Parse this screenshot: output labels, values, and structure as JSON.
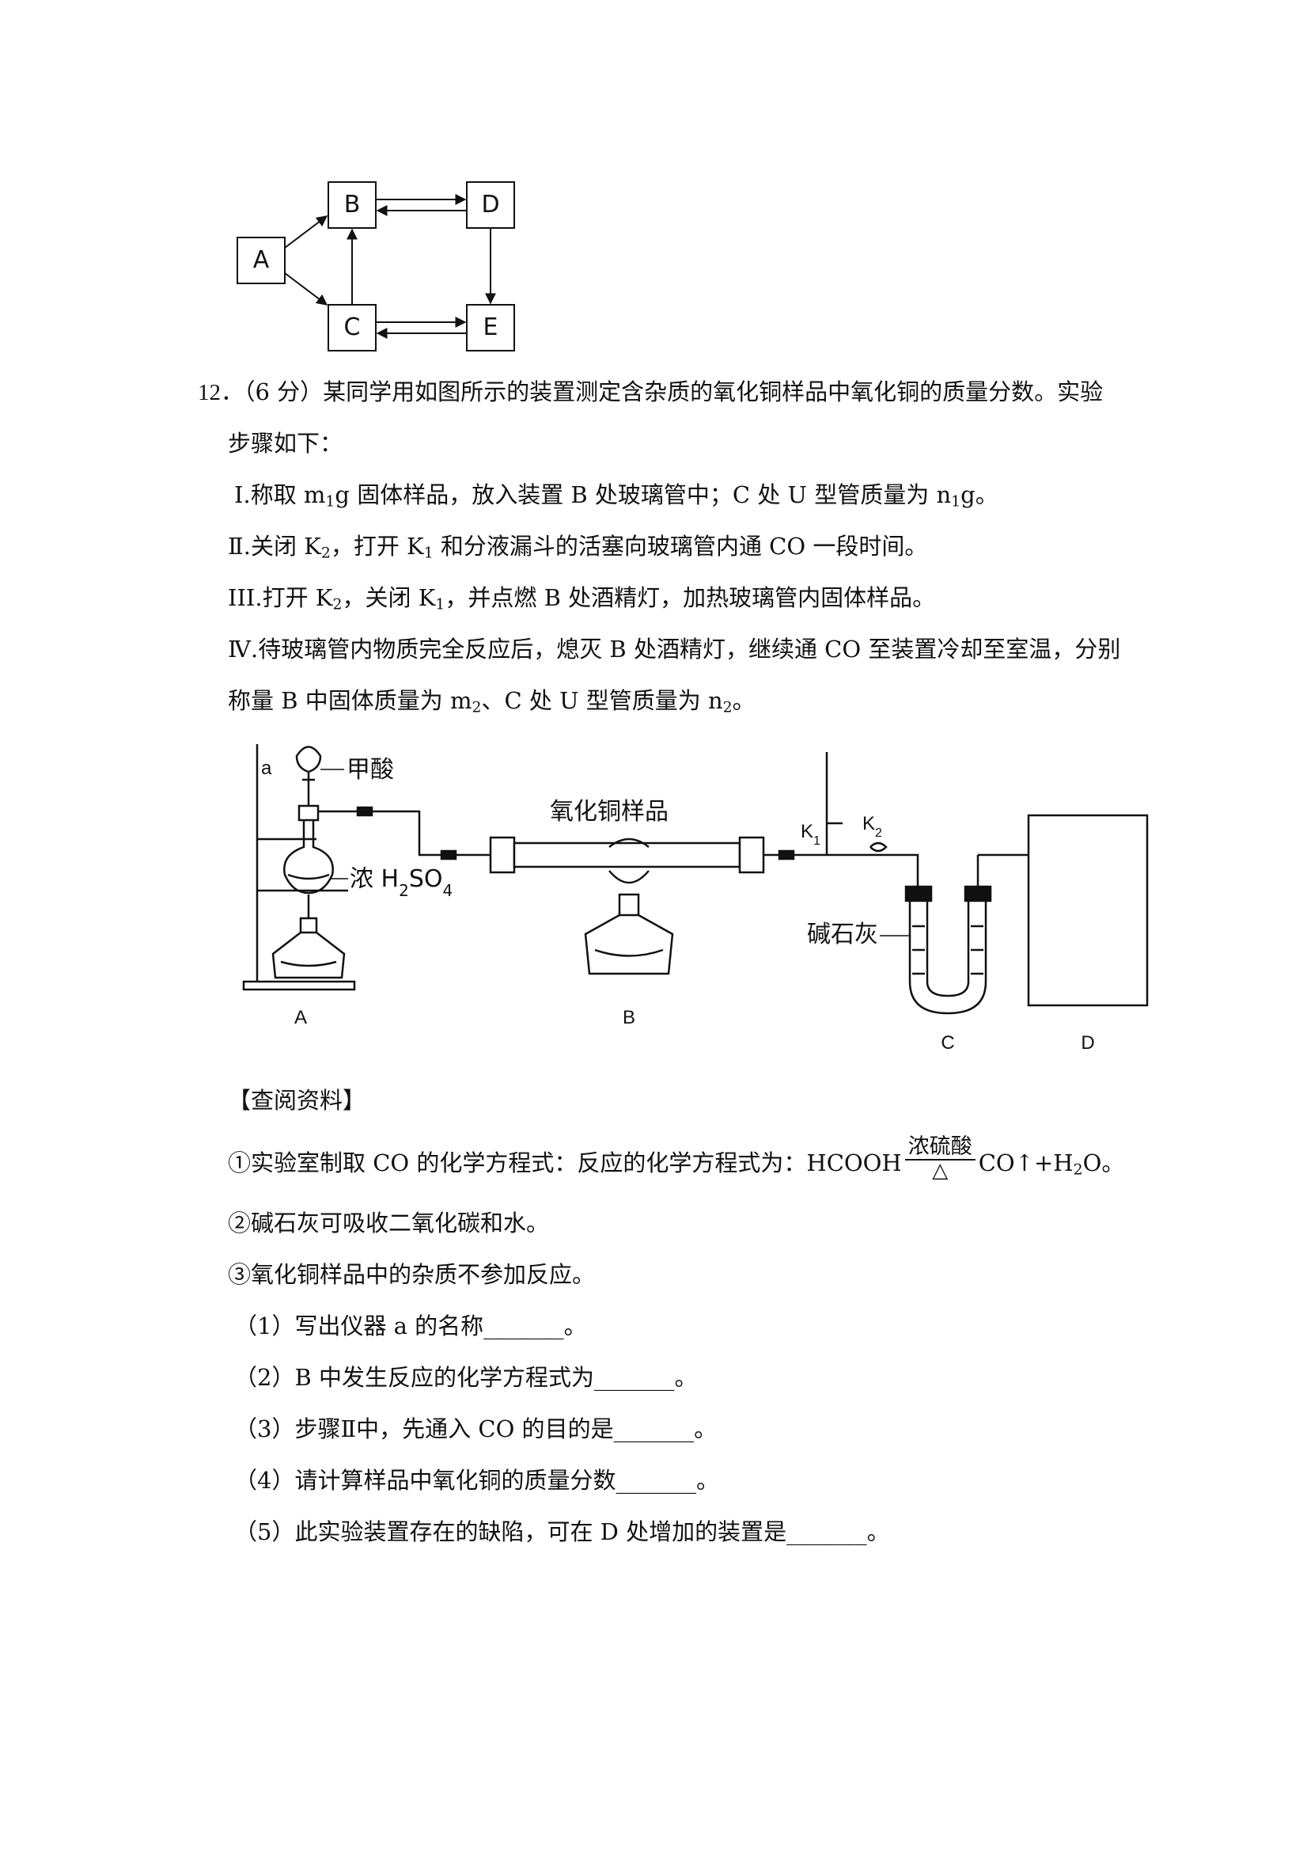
{
  "flow_diagram": {
    "nodes": [
      "A",
      "B",
      "C",
      "D",
      "E"
    ]
  },
  "question": {
    "number": "12．",
    "lines": [
      "（6 分）某同学用如图所示的装置测定含杂质的氧化铜样品中氧化铜的质量分数。实验",
      "步骤如下："
    ],
    "steps": [
      {
        "label": "Ⅰ.",
        "parts": [
          "称取 m",
          "1",
          "g 固体样品，放入装置 B 处玻璃管中；C 处 U 型管质量为 n",
          "1",
          "g。"
        ]
      },
      {
        "label": "Ⅱ.",
        "parts": [
          "关闭 K",
          "2",
          "，打开 K",
          "1",
          " 和分液漏斗的活塞向玻璃管内通 CO 一段时间。"
        ]
      },
      {
        "label": "III.",
        "parts": [
          "打开 K",
          "2",
          "，关闭 K",
          "1",
          "，并点燃 B 处酒精灯，加热玻璃管内固体样品。"
        ]
      },
      {
        "label": "Ⅳ.",
        "parts": [
          "待玻璃管内物质完全反应后，熄灭 B 处酒精灯，继续通 CO 至装置冷却至室温，分别"
        ]
      },
      {
        "label": "",
        "parts": [
          "称量 B 中固体质量为 m",
          "2",
          "、C 处 U 型管质量为 n",
          "2",
          "。"
        ]
      }
    ]
  },
  "apparatus": {
    "label_a": "a",
    "formic_acid": "甲酸",
    "conc_acid_prefix": "浓 H",
    "conc_acid_sub1": "2",
    "conc_acid_mid": "SO",
    "conc_acid_sub2": "4",
    "sample": "氧化铜样品",
    "k1": "K",
    "k1_sub": "1",
    "k2": "K",
    "k2_sub": "2",
    "soda_lime": "碱石灰",
    "labels": [
      "A",
      "B",
      "C",
      "D"
    ]
  },
  "reference": {
    "title": "【查阅资料】",
    "item1_prefix": "①实验室制取 CO 的化学方程式：反应的化学方程式为：HCOOH",
    "item1_condition_top": "浓硫酸",
    "item1_condition_bottom": "△",
    "item1_suffix_a": "CO↑+H",
    "item1_suffix_sub": "2",
    "item1_suffix_b": "O。",
    "item2": "②碱石灰可吸收二氧化碳和水。",
    "item3": "③氧化铜样品中的杂质不参加反应。"
  },
  "subquestions": [
    "（1）写出仪器 a 的名称_______。",
    "（2）B 中发生反应的化学方程式为_______。",
    "（3）步骤Ⅱ中，先通入 CO 的目的是_______。",
    "（4）请计算样品中氧化铜的质量分数_______。",
    "（5）此实验装置存在的缺陷，可在 D 处增加的装置是_______。"
  ]
}
